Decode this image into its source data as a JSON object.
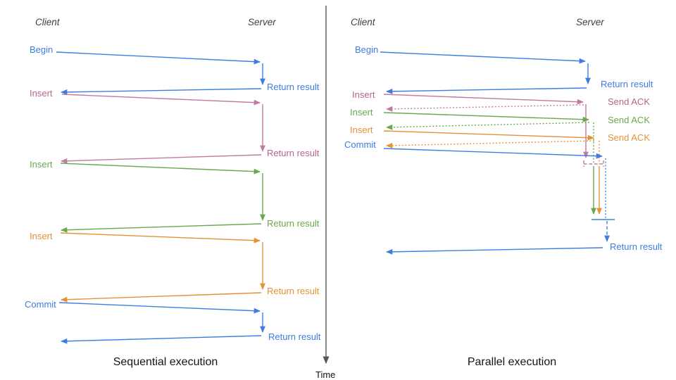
{
  "palette": {
    "blue": "#3e7de0",
    "magenta_text": "#b5638f",
    "magenta_line": "#c27ba0",
    "green": "#6aa84f",
    "orange": "#e69138",
    "axis_gray": "#555555",
    "heading_gray": "#3d4043",
    "caption_black": "#141414"
  },
  "left": {
    "caption": "Sequential execution",
    "client_label": "Client",
    "server_label": "Server",
    "messages": [
      {
        "label": "Begin",
        "color": "blue",
        "response": "Return result"
      },
      {
        "label": "Insert",
        "color": "magenta",
        "response": "Return result"
      },
      {
        "label": "Insert",
        "color": "green",
        "response": "Return result"
      },
      {
        "label": "Insert",
        "color": "orange",
        "response": "Return result"
      },
      {
        "label": "Commit",
        "color": "blue",
        "response": "Return result"
      }
    ]
  },
  "right": {
    "caption": "Parallel execution",
    "client_label": "Client",
    "server_label": "Server",
    "messages": [
      {
        "label": "Begin",
        "color": "blue",
        "response": "Return result"
      },
      {
        "label": "Insert",
        "color": "magenta",
        "response": "Send ACK"
      },
      {
        "label": "Insert",
        "color": "green",
        "response": "Send ACK"
      },
      {
        "label": "Insert",
        "color": "orange",
        "response": "Send ACK"
      },
      {
        "label": "Commit",
        "color": "blue",
        "response": "Return result"
      }
    ]
  },
  "time_axis": {
    "label": "Time"
  }
}
